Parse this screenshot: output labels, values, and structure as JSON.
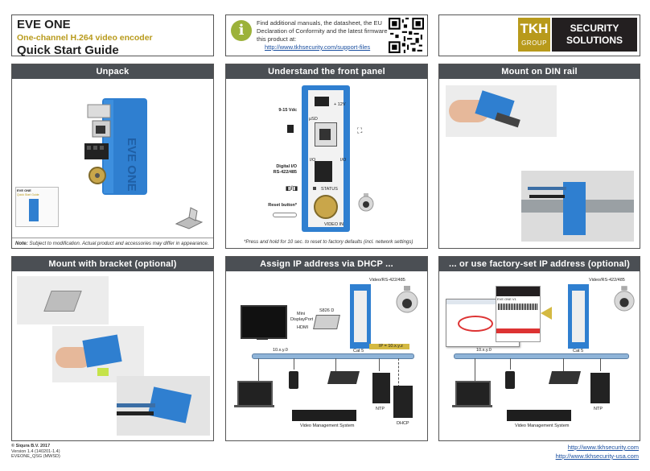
{
  "title_box": {
    "product": "EVE ONE",
    "subtitle": "One-channel H.264 video encoder",
    "guide": "Quick Start Guide"
  },
  "info_box": {
    "icon": "info-icon",
    "text": "Find additional manuals, the datasheet, the EU Declaration of Conformity and the latest firmware for this product at:",
    "link": "http://www.tkhsecurity.com/support-files"
  },
  "logo": {
    "tkh": "TKH",
    "group": "GROUP",
    "security_line1": "SECURITY",
    "security_line2": "SOLUTIONS"
  },
  "panels": {
    "unpack": {
      "title": "Unpack",
      "note_label": "Note:",
      "note_text": "Subject to modification. Actual product and accessories may differ in appearance.",
      "leaflet_title": "EVE ONE",
      "leaflet_sub": "Quick Start Guide"
    },
    "front": {
      "title": "Understand the front panel",
      "labels": {
        "power": "9-15 Vdc",
        "io": "Digital I/O",
        "rs": "RS-422/485",
        "reset": "Reset button*",
        "v12": "+ 12V",
        "sd": "μSD",
        "io_left": "I/O",
        "io_right": "I/O",
        "status": "STATUS",
        "video_in": "VIDEO IN"
      },
      "footnote": "*Press and hold for 10 sec. to reset to factory defaults (incl. network settings)"
    },
    "din": {
      "title": "Mount on DIN rail"
    },
    "bracket": {
      "title": "Mount with bracket (optional)"
    },
    "dhcp": {
      "title": "Assign IP address via DHCP ...",
      "labels": {
        "video_rs": "Video/RS-422/485",
        "s826": "S826 D",
        "mini_dp": "Mini",
        "display_port": "DisplayPort",
        "hdmi": "HDMI",
        "ip": "IP = 10.x.y.z",
        "net": "10.x.y.0",
        "cat5": "Cat 5",
        "ntp": "NTP",
        "vms": "Video Management System",
        "dhcp": "DHCP"
      }
    },
    "factory": {
      "title": "... or use factory-set IP address (optional)",
      "labels": {
        "video_rs": "Video/RS-422/485",
        "net": "10.x.y.0",
        "cat5": "Cat 5",
        "ntp": "NTP",
        "vms": "Video Management System",
        "label_title": "EVE ONE V1"
      }
    }
  },
  "footer": {
    "copyright": "© Siqura B.V. 2017",
    "version": "Version 1.4 (140201-1.4)",
    "doc": "EVEONE_QSG (MWSD)",
    "link1": "http://www.tkhsecurity.com",
    "link2": "http://www.tkhsecurity-usa.com"
  },
  "colors": {
    "accent": "#b89a1b",
    "header": "#4b4f54",
    "device_blue": "#2f7fd0",
    "link": "#1a4fa0"
  }
}
